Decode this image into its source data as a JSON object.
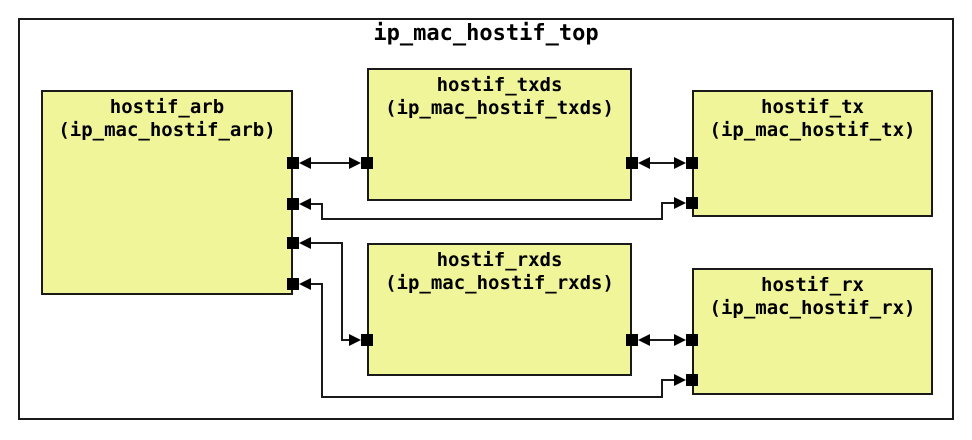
{
  "diagram": {
    "title": "ip_mac_hostif_top",
    "modules": [
      {
        "id": "hostif_arb",
        "name": "hostif_arb",
        "instance": "(ip_mac_hostif_arb)"
      },
      {
        "id": "hostif_txds",
        "name": "hostif_txds",
        "instance": "(ip_mac_hostif_txds)"
      },
      {
        "id": "hostif_tx",
        "name": "hostif_tx",
        "instance": "(ip_mac_hostif_tx)"
      },
      {
        "id": "hostif_rxds",
        "name": "hostif_rxds",
        "instance": "(ip_mac_hostif_rxds)"
      },
      {
        "id": "hostif_rx",
        "name": "hostif_rx",
        "instance": "(ip_mac_hostif_rx)"
      }
    ],
    "connections": [
      {
        "from": "hostif_arb",
        "to": "hostif_txds",
        "bidirectional": true
      },
      {
        "from": "hostif_txds",
        "to": "hostif_tx",
        "bidirectional": true
      },
      {
        "from": "hostif_arb",
        "to": "hostif_tx",
        "bidirectional": true
      },
      {
        "from": "hostif_arb",
        "to": "hostif_rxds",
        "bidirectional": true
      },
      {
        "from": "hostif_rxds",
        "to": "hostif_rx",
        "bidirectional": true
      },
      {
        "from": "hostif_arb",
        "to": "hostif_rx",
        "bidirectional": true
      }
    ],
    "colors": {
      "module_fill": "#f0f59a",
      "line": "#1a1a1a",
      "background": "#ffffff",
      "text": "#000000"
    }
  }
}
